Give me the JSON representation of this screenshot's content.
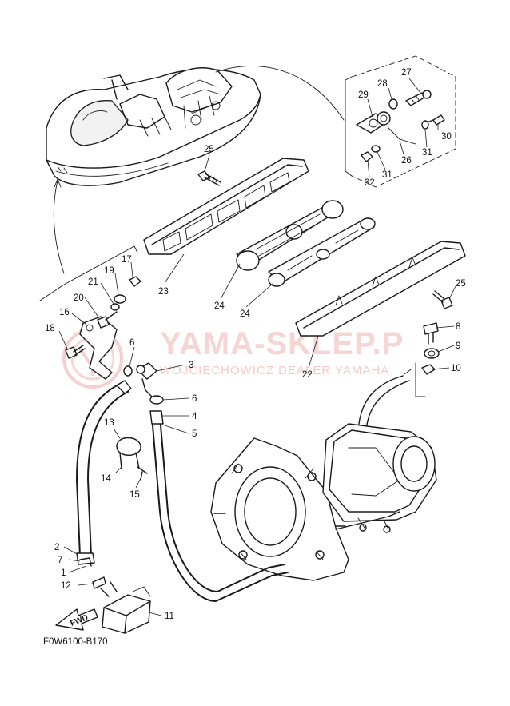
{
  "watermark": {
    "brand": "YAMA-SKLEP.P",
    "subtitle": "WOJCIECHOWICZ DEALER YAMAHA",
    "color": "#e88a8a"
  },
  "diagram_code": "F0W6100-B170",
  "fwd_label": "FWD",
  "part_labels": [
    "1",
    "2",
    "3",
    "4",
    "5",
    "6",
    "6",
    "7",
    "8",
    "9",
    "10",
    "11",
    "12",
    "13",
    "14",
    "15",
    "16",
    "17",
    "18",
    "19",
    "20",
    "21",
    "22",
    "23",
    "24",
    "24",
    "25",
    "25",
    "26",
    "27",
    "28",
    "29",
    "30",
    "31",
    "31",
    "32"
  ]
}
